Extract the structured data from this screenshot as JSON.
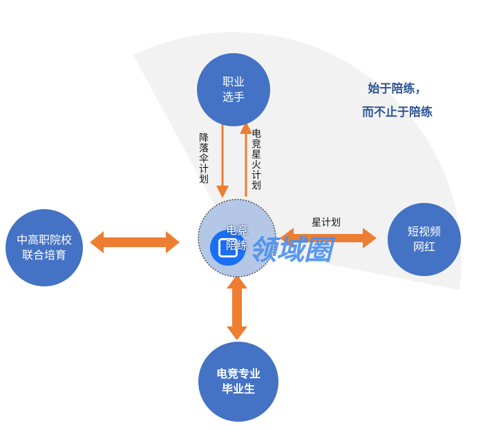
{
  "slogan": {
    "line1": "始于陪练，",
    "line2": "而不止于陪练"
  },
  "nodes": {
    "pro": "职业\n选手",
    "school": "中高职院校\n联合培育",
    "center": "电竞\n陪练",
    "short_video": "短视频\n网红",
    "graduate": "电竞专业\n毕业生"
  },
  "arrows": {
    "down_label": "降落伞计划",
    "up_label": "电竞星火计划",
    "right_label": "星计划"
  },
  "watermark": {
    "text": "领域圈"
  },
  "colors": {
    "node": "#4472c4",
    "center": "#b4c7e7",
    "arrow": "#ed7d31",
    "sector": "#f2f2f2",
    "slogan": "#2f5597"
  }
}
